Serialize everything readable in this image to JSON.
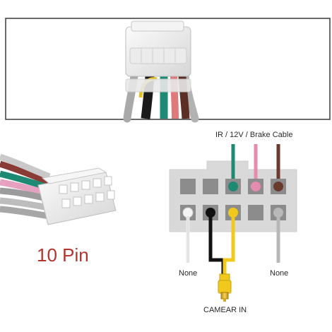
{
  "labels": {
    "top_cable": "IR / 12V / Brake Cable",
    "pin_count": "10 Pin",
    "none_left": "None",
    "none_right": "None",
    "camera_in": "CAMEAR IN"
  },
  "colors": {
    "teal": "#1f8a73",
    "pink": "#e58bb0",
    "brown": "#6b3a2e",
    "yellow": "#f0c91c",
    "black": "#111111",
    "white_wire": "#f4f4f4",
    "gray_wire": "#b8b8b8",
    "label_red": "#b5332d",
    "connector": "#d9d9d9",
    "pin_hole": "#8c8c8c"
  },
  "diagram": {
    "rows": [
      [
        {
          "wire": null
        },
        {
          "wire": null
        },
        {
          "wire": "teal"
        },
        {
          "wire": "pink"
        },
        {
          "wire": "brown"
        }
      ],
      [
        {
          "wire": "white_wire"
        },
        {
          "wire": "black"
        },
        {
          "wire": "yellow"
        },
        {
          "wire": null
        },
        {
          "wire": "gray_wire"
        }
      ]
    ]
  }
}
